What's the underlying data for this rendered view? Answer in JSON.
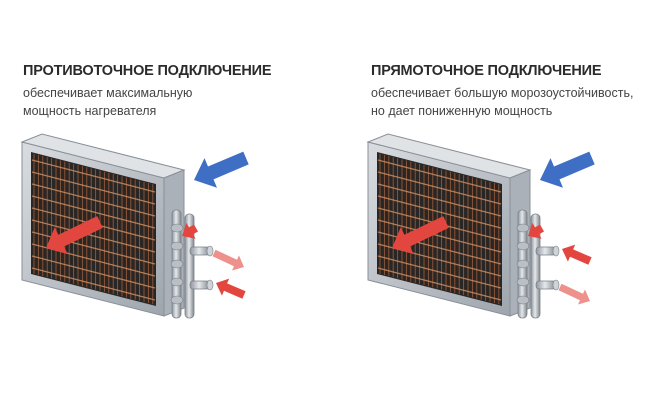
{
  "left": {
    "title": "ПРОТИВОТОЧНОЕ ПОДКЛЮЧЕНИЕ",
    "lines": [
      "обеспечивает максимальную",
      "мощность нагревателя"
    ],
    "water_in": "bottom",
    "water_out": "middle"
  },
  "right": {
    "title": "ПРЯМОТОЧНОЕ ПОДКЛЮЧЕНИЕ",
    "lines": [
      "обеспечивает большую морозоустойчивость,",
      "но дает пониженную мощность"
    ],
    "water_in": "middle",
    "water_out": "bottom"
  },
  "colors": {
    "cold_air": "#3f6fc4",
    "hot_air": "#e2463e",
    "water": "#e2463e",
    "frame": "#b9bfc6",
    "coil": "#b26a45"
  }
}
